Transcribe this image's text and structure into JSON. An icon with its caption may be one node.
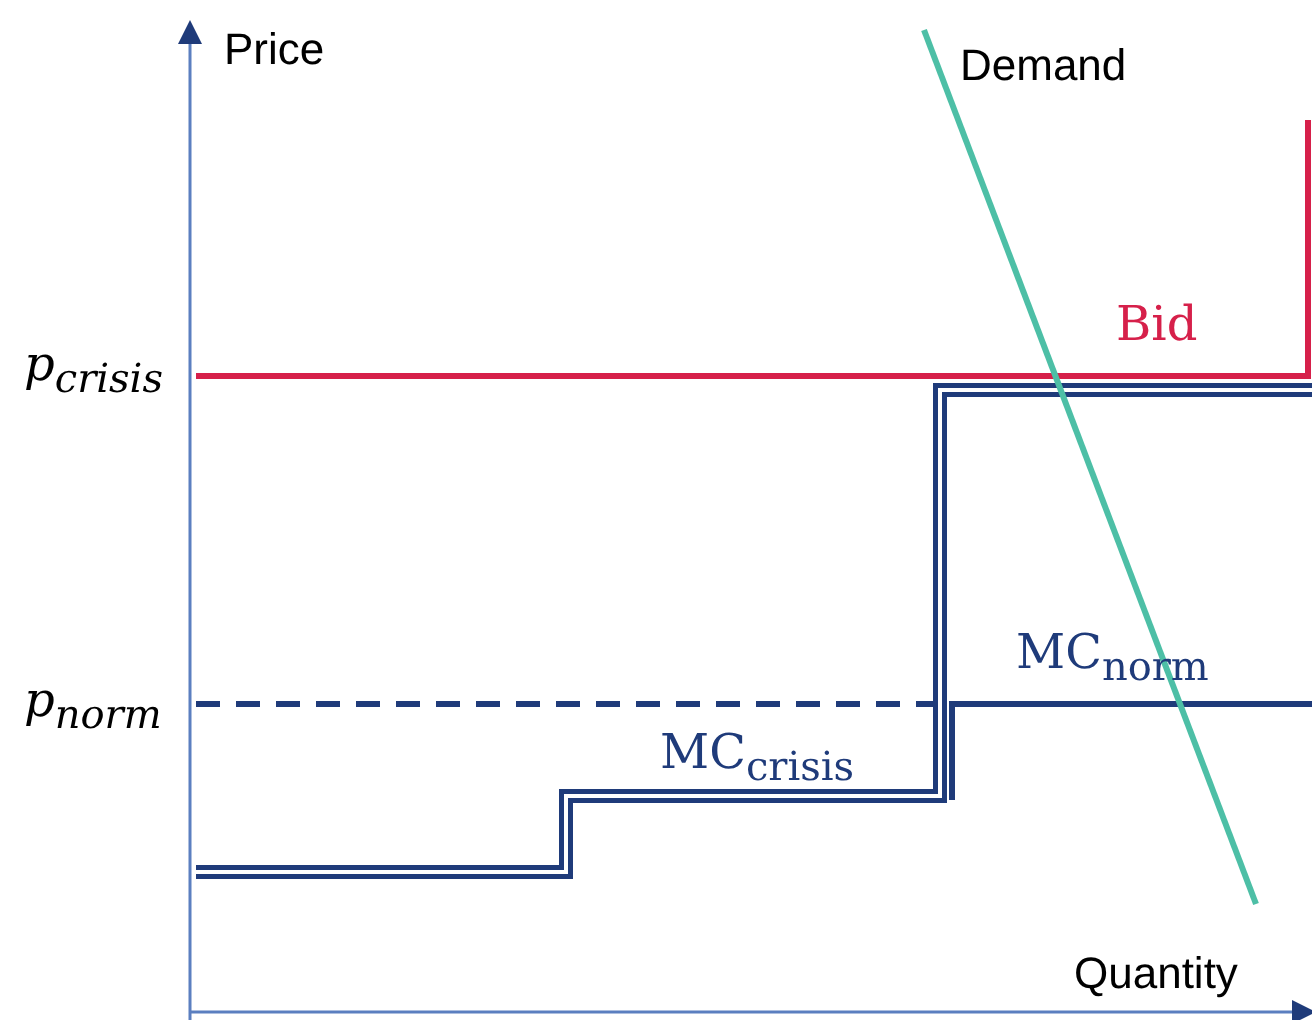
{
  "diagram": {
    "labels": [
      "Price",
      "Demand",
      "Bid",
      "p$_{crisis}$",
      "MC$_{norm}$",
      "p$_{norm}$",
      "MC$_{crisis}$",
      "Quantity"
    ]
  }
}
